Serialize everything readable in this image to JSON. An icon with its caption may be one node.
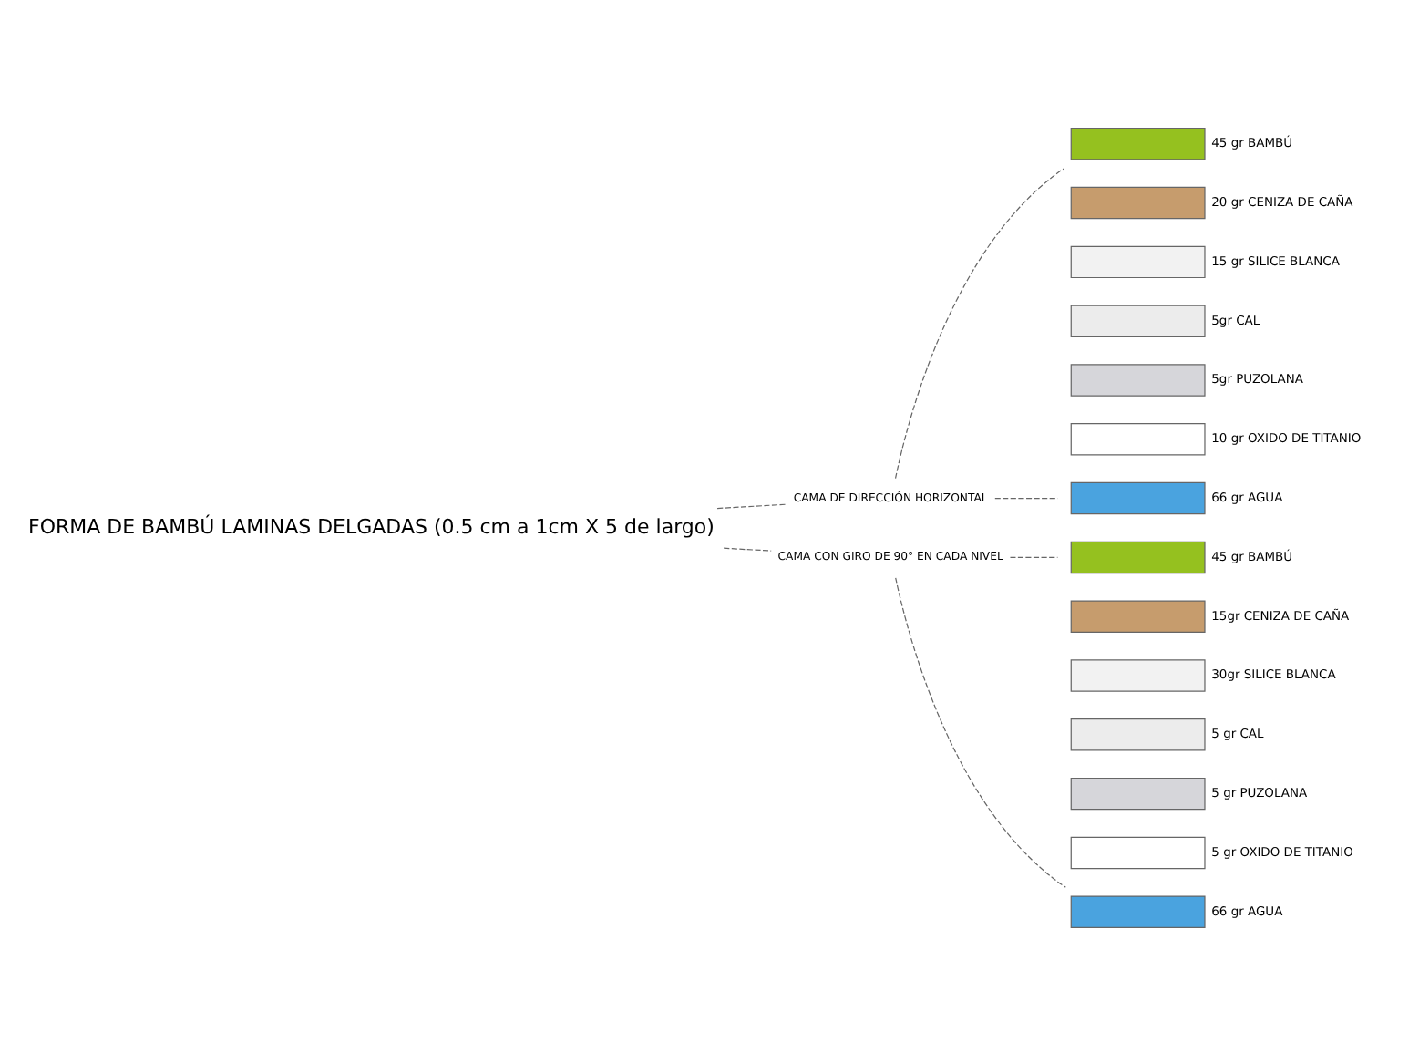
{
  "diagram": {
    "nodes": [
      {
        "text": [
          "FORMA DE BAMBÚ LAMINAS DELGADAS (0.5 cm a 1cm X 5 de largo)"
        ]
      },
      {
        "text": [
          "CAMA DE DIRECCIÓN HORIZONTAL"
        ]
      },
      {
        "text": [],
        "shape": "box",
        "beside": [
          "45 gr BAMBÚ"
        ]
      },
      {
        "text": [],
        "shape": "box",
        "beside": [
          "20 gr CENIZA DE CAÑA"
        ]
      },
      {
        "text": [],
        "shape": "box",
        "beside": [
          "15 gr SILICE BLANCA"
        ]
      },
      {
        "text": [],
        "shape": "box",
        "beside": [
          "5gr CAL"
        ]
      },
      {
        "text": [],
        "shape": "box",
        "beside": [
          "5gr PUZOLANA"
        ]
      },
      {
        "text": [],
        "shape": "box",
        "beside": [
          "10 gr OXIDO DE TITANIO"
        ]
      },
      {
        "text": [],
        "shape": "box",
        "beside": [
          "66 gr AGUA"
        ]
      },
      {
        "text": [
          "CAMA CON GIRO DE 90° EN CADA NIVEL"
        ]
      },
      {
        "text": [],
        "shape": "box",
        "beside": [
          "45 gr BAMBÚ"
        ]
      },
      {
        "text": [],
        "shape": "box",
        "beside": [
          "15gr CENIZA DE CAÑA"
        ]
      },
      {
        "text": [],
        "shape": "box",
        "beside": [
          "30gr SILICE BLANCA"
        ]
      },
      {
        "text": [],
        "shape": "box",
        "beside": [
          "5 gr CAL"
        ]
      },
      {
        "text": [],
        "shape": "box",
        "beside": [
          "5 gr PUZOLANA"
        ]
      },
      {
        "text": [],
        "shape": "box",
        "beside": [
          "5 gr OXIDO DE TITANIO"
        ]
      },
      {
        "text": [],
        "shape": "box",
        "beside": [
          "66 gr AGUA"
        ]
      }
    ],
    "edges": [
      {
        "from": 0,
        "to": 1,
        "arrow": "none",
        "style": "dashed"
      },
      {
        "from": 1,
        "to": 2,
        "arrow": "none",
        "style": "dashed"
      },
      {
        "from": 1,
        "to": 8,
        "arrow": "none",
        "style": "dashed"
      },
      {
        "from": 0,
        "to": 9,
        "arrow": "none",
        "style": "dashed"
      },
      {
        "from": 9,
        "to": 10,
        "arrow": "none",
        "style": "dashed"
      },
      {
        "from": 9,
        "to": 16,
        "arrow": "none",
        "style": "dashed"
      }
    ]
  }
}
